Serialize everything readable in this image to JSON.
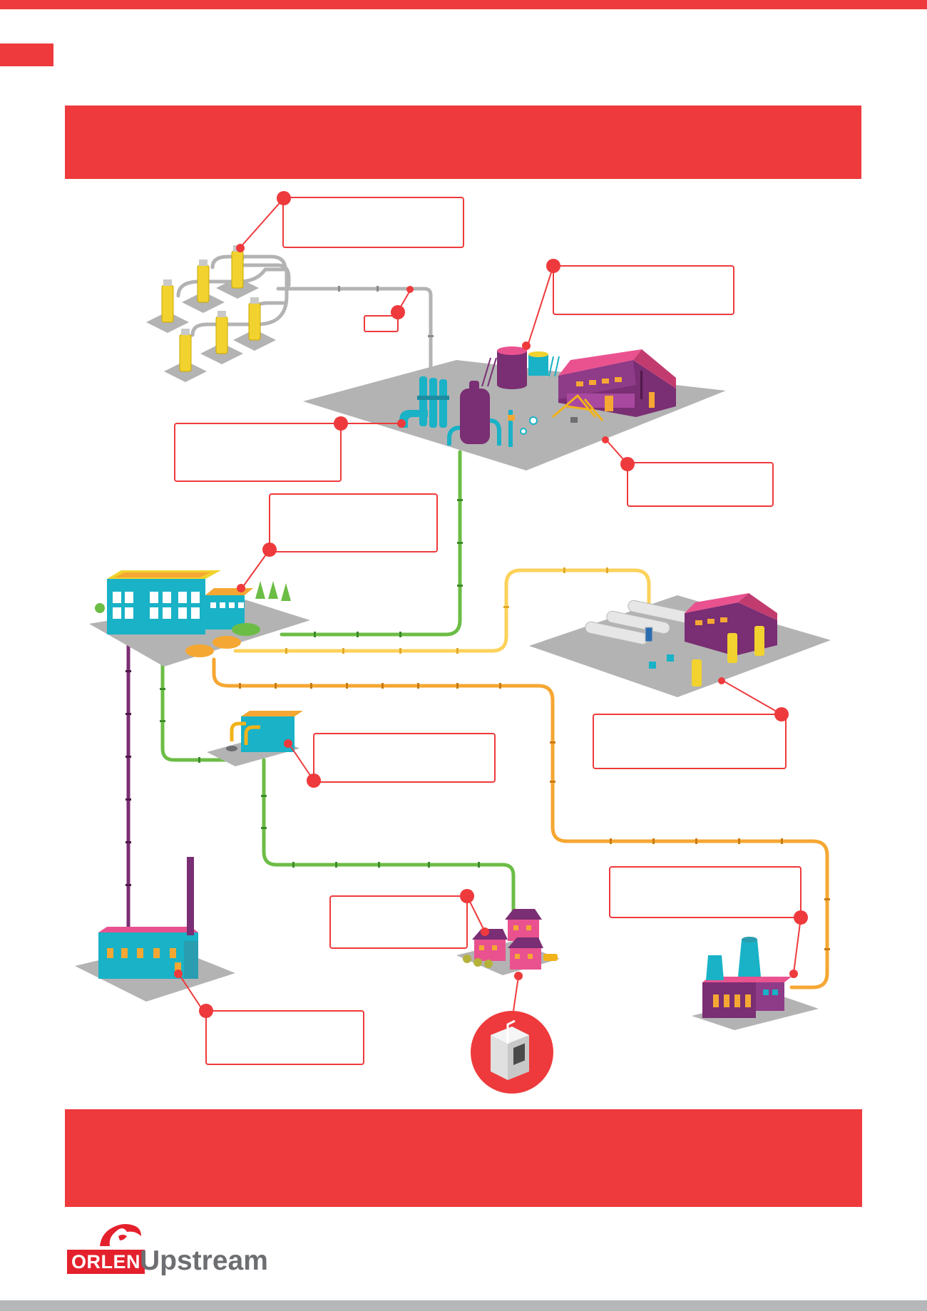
{
  "brand": {
    "logo_word": "ORLEN",
    "logo_sub": "Upstream",
    "primary_color": "#ee3a3c",
    "logo_color": "#e4202d",
    "grey": "#6d6e71"
  },
  "diagram": {
    "pipelines": {
      "gathering": "#b3b3b3",
      "distribution": "#6cbd45",
      "transmission_yellow": "#fdd15b",
      "transmission_orange": "#f5a733",
      "power": "#7a2e73"
    },
    "nodes": [
      {
        "id": "gas-wells-cluster"
      },
      {
        "id": "gas-processing-plant"
      },
      {
        "id": "control-center-building"
      },
      {
        "id": "compressor-station"
      },
      {
        "id": "pressure-reduction-station"
      },
      {
        "id": "power-plant"
      },
      {
        "id": "residential-houses"
      },
      {
        "id": "gas-stove"
      },
      {
        "id": "industrial-plant"
      }
    ],
    "callouts": [
      {
        "id": "callout-wells",
        "text": ""
      },
      {
        "id": "callout-pipe-junction",
        "text": ""
      },
      {
        "id": "callout-storage-tanks",
        "text": ""
      },
      {
        "id": "callout-separation",
        "text": ""
      },
      {
        "id": "callout-plant-yard",
        "text": ""
      },
      {
        "id": "callout-control-center",
        "text": ""
      },
      {
        "id": "callout-compressor",
        "text": ""
      },
      {
        "id": "callout-reduction-station",
        "text": ""
      },
      {
        "id": "callout-houses",
        "text": ""
      },
      {
        "id": "callout-industry",
        "text": ""
      },
      {
        "id": "callout-power-plant",
        "text": ""
      }
    ]
  }
}
